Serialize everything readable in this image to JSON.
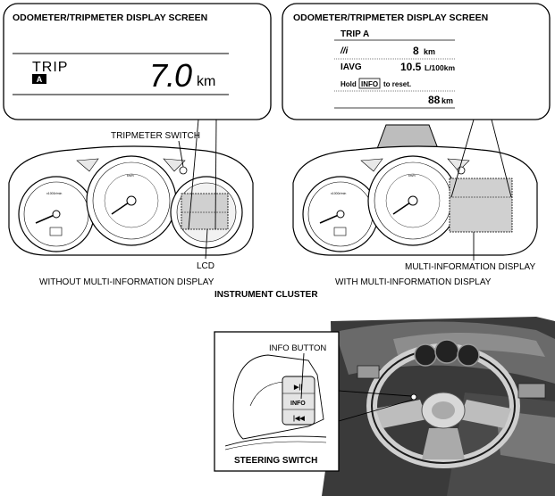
{
  "left_screen": {
    "title": "ODOMETER/TRIPMETER DISPLAY SCREEN",
    "trip_label": "TRIP",
    "trip_badge": "A",
    "distance_value": "7.0",
    "distance_unit": "km"
  },
  "right_screen": {
    "title": "ODOMETER/TRIPMETER DISPLAY SCREEN",
    "trip_label": "TRIP A",
    "row1_icon": "//i",
    "row1_value": "8",
    "row1_unit": "km",
    "row2_label": "IAVG",
    "row2_value": "10.5",
    "row2_unit": "L/100km",
    "hold_prefix": "Hold",
    "hold_key": "INFO",
    "hold_suffix": "to reset.",
    "range_value": "88",
    "range_unit": "km"
  },
  "labels": {
    "tripmeter_switch": "TRIPMETER SWITCH",
    "lcd": "LCD",
    "without_mid": "WITHOUT MULTI-INFORMATION DISPLAY",
    "multi_information_display": "MULTI-INFORMATION DISPLAY",
    "with_mid": "WITH MULTI-INFORMATION DISPLAY",
    "instrument_cluster": "INSTRUMENT CLUSTER",
    "info_button": "INFO BUTTON",
    "steering_switch": "STEERING SWITCH"
  },
  "steering_buttons": {
    "play_pause": "▶||",
    "info": "INFO",
    "prev": "|◀◀"
  },
  "gauge_texts": {
    "rpm_unit": "x1000r/min",
    "speed_unit": "km/h"
  }
}
